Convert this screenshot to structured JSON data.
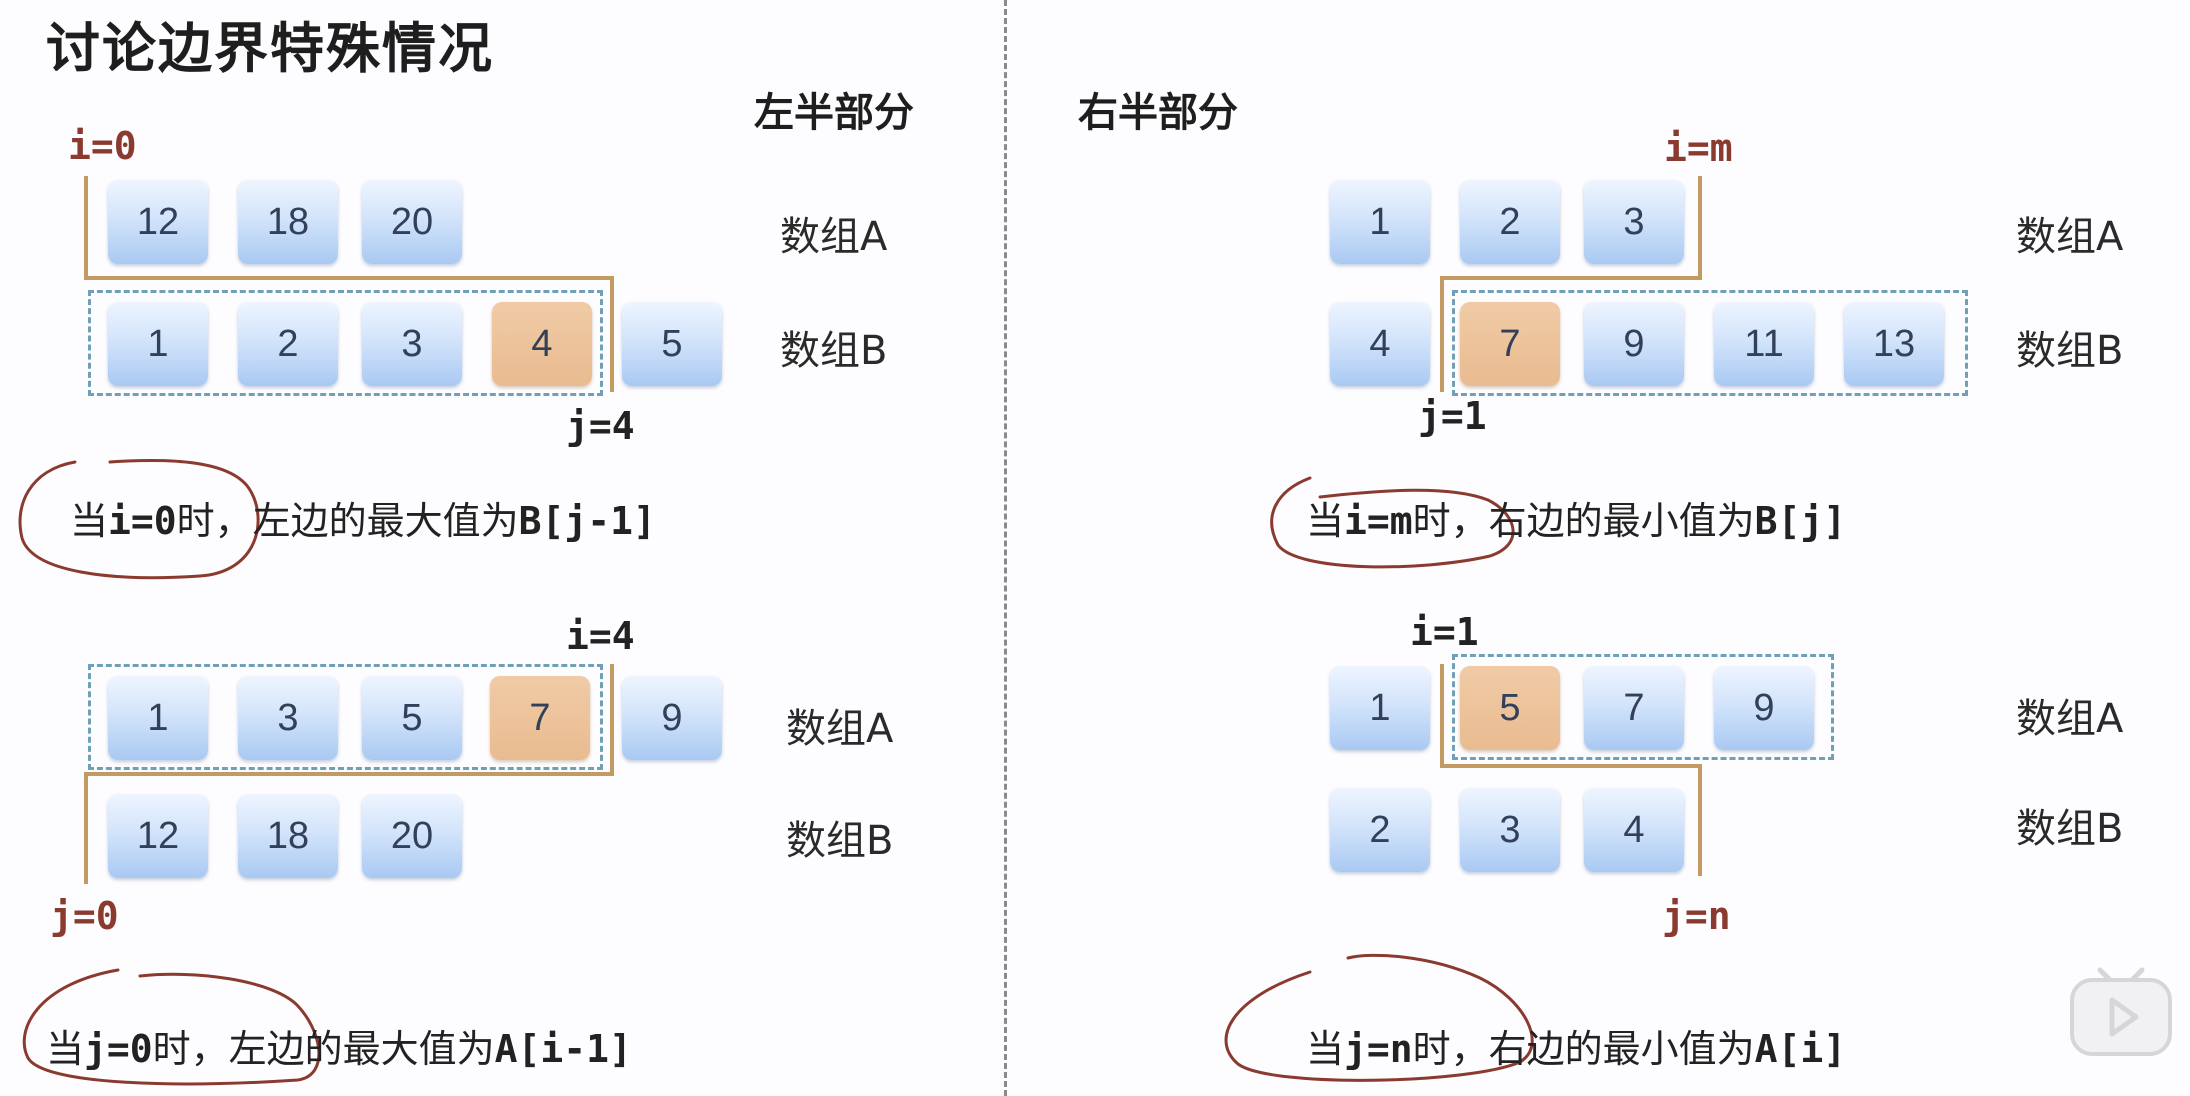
{
  "title": "讨论边界特殊情况",
  "left_title": "左半部分",
  "right_title": "右半部分",
  "array_a_label": "数组A",
  "array_b_label": "数组B",
  "top_left": {
    "i_label": "i=0",
    "j_label": "j=4",
    "a": [
      "12",
      "18",
      "20"
    ],
    "b": [
      "1",
      "2",
      "3",
      "4",
      "5"
    ],
    "caption_pre": "当",
    "caption_cond": "i=0",
    "caption_mid": "时，左边的最大值为",
    "caption_expr": "B[j-1]"
  },
  "bottom_left": {
    "i_label": "i=4",
    "j_label": "j=0",
    "a": [
      "1",
      "3",
      "5",
      "7",
      "9"
    ],
    "b": [
      "12",
      "18",
      "20"
    ],
    "caption_pre": "当",
    "caption_cond": "j=0",
    "caption_mid": "时，左边的最大值为",
    "caption_expr": "A[i-1]"
  },
  "top_right": {
    "i_label": "i=m",
    "j_label": "j=1",
    "a": [
      "1",
      "2",
      "3"
    ],
    "b": [
      "4",
      "7",
      "9",
      "11",
      "13"
    ],
    "caption_pre": "当",
    "caption_cond": "i=m",
    "caption_mid": "时，右边的最小值为",
    "caption_expr": "B[j]"
  },
  "bottom_right": {
    "i_label": "i=1",
    "j_label": "j=n",
    "a": [
      "1",
      "5",
      "7",
      "9"
    ],
    "b": [
      "2",
      "3",
      "4"
    ],
    "caption_pre": "当",
    "caption_cond": "j=n",
    "caption_mid": "时，右边的最小值为",
    "caption_expr": "A[i]"
  },
  "colors": {
    "highlight_box": "#e9bb90",
    "partition_line": "#c39a61",
    "dashed_box": "#6fa0b5",
    "annotation_ink": "#8a3a2e"
  },
  "icons": {
    "video_play": "play-icon"
  }
}
